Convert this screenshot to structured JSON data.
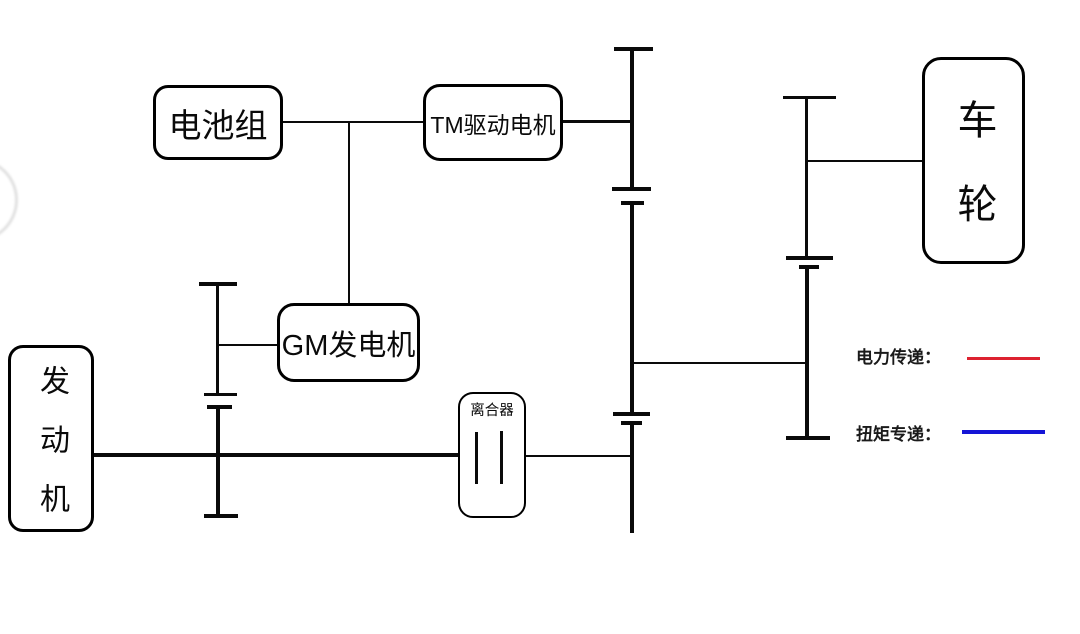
{
  "nodes": {
    "battery": {
      "label": "电池组"
    },
    "tm_motor": {
      "label": "TM驱动电机"
    },
    "gm_generator": {
      "label": "GM发电机"
    },
    "engine": {
      "label": "发动机"
    },
    "clutch": {
      "label": "离合器"
    },
    "wheel": {
      "label": "车轮"
    }
  },
  "legend": {
    "power": {
      "label": "电力传递：",
      "color": "#dd2230"
    },
    "torque": {
      "label": "扭矩专递：",
      "color": "#1515d6"
    }
  },
  "colors": {
    "diagram_line": "#0a0a0a",
    "power_red": "#dd2230",
    "torque_blue": "#1515d6"
  }
}
